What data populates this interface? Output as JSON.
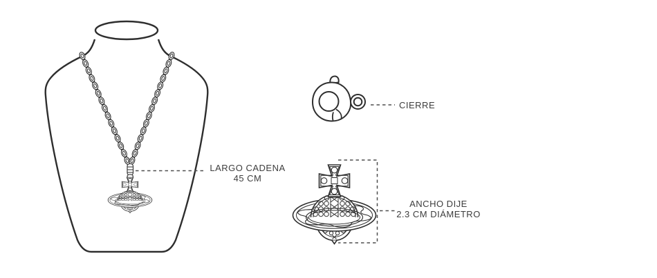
{
  "colors": {
    "background": "#ffffff",
    "line": "#2e2e2e",
    "text": "#3d3d3d",
    "dash": "#4f4f4f"
  },
  "labels": {
    "chain_length": {
      "line1": "LARGO CADENA",
      "line2": "45 CM"
    },
    "clasp": {
      "text": "CIERRE"
    },
    "pendant_width": {
      "line1": "ANCHO DIJE",
      "line2": "2.3 CM DIÁMETRO"
    }
  },
  "illustrations": {
    "bust": "mannequin-display-bust",
    "chain": "cable-chain-necklace",
    "pendant": "orb-cross-pendant",
    "clasp": "lobster-clasp",
    "pendant_detail": "orb-cross-pendant-enlarged",
    "measurement_bracket": "pendant-diameter-bracket"
  }
}
